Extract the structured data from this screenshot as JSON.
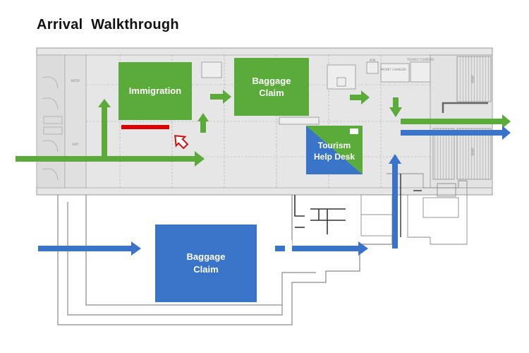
{
  "title": "Arrival  Walkthrough",
  "zones": {
    "immigration": "Immigration",
    "baggage_claim_top": [
      "Baggage",
      "Claim"
    ],
    "tourism_help_desk": [
      "Tourism",
      "Help Desk"
    ],
    "baggage_claim_bottom": [
      "Baggage",
      "Claim"
    ]
  },
  "plan_labels": {
    "ramp_top": "RAMP",
    "ramp_bottom": "RAMP",
    "money_changer": "MONEY CHANGER",
    "tourist_counter": "TOURIST COUNTER",
    "atm": "ATM",
    "entry": "ENTRY",
    "exit": "EXIT"
  },
  "colors": {
    "green": "#5aab3a",
    "blue": "#3a74c8",
    "red_barrier": "#e00000",
    "red_outline_arrow": "#d01010",
    "plan_fill": "#e6e6e6",
    "plan_lines": "#9a9a9a"
  },
  "icons": {
    "green_arrow": "arrow-right",
    "blue_arrow": "arrow-right",
    "red_outline_arrow": "arrow-up-left-outline"
  }
}
